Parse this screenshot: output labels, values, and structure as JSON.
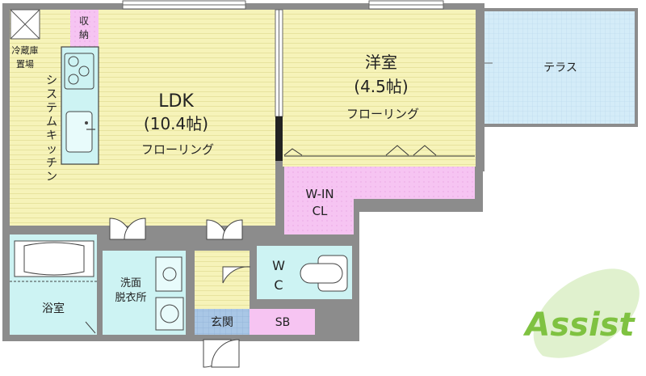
{
  "rooms": {
    "ldk": {
      "name": "LDK",
      "size": "(10.4帖)",
      "floor": "フローリング"
    },
    "western": {
      "name": "洋室",
      "size": "(4.5帖)",
      "floor": "フローリング"
    },
    "terrace": {
      "name": "テラス"
    },
    "walkin": {
      "line1": "W-IN",
      "line2": "CL"
    },
    "wc": {
      "line1": "W",
      "line2": "C"
    },
    "washroom": {
      "line1": "洗面",
      "line2": "脱衣所"
    },
    "bath": {
      "name": "浴室"
    },
    "entrance": {
      "name": "玄関"
    },
    "shoebox": {
      "name": "SB"
    },
    "storage": {
      "line1": "収",
      "line2": "納"
    },
    "fridge": {
      "line1": "冷蔵庫",
      "line2": "置場"
    },
    "kitchen": {
      "chars": [
        "シ",
        "ス",
        "テ",
        "ム",
        "キ",
        "ッ",
        "チ",
        "ン"
      ]
    }
  },
  "logo": {
    "text": "Assist"
  },
  "colors": {
    "wall": "#8c8c8c",
    "flooring": "#f6f3b9",
    "wet_area": "#cdf3f3",
    "closet": "#f6c4f2",
    "terrace": "#d4ecf8",
    "tile": "#a9c7e6",
    "logo_green": "#7fc241"
  }
}
